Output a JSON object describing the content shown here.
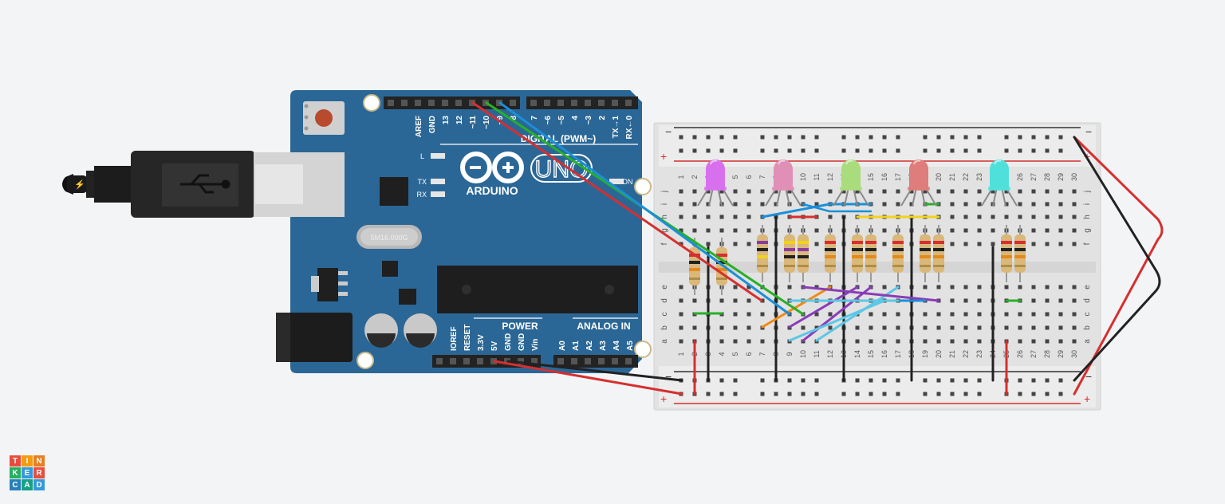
{
  "arduino": {
    "brand": "ARDUINO",
    "model": "UNO",
    "digital_header": "DIGITAL (PWM~)",
    "power_header": "POWER",
    "analog_header": "ANALOG IN",
    "on_label": "ON",
    "led_l": "L",
    "led_tx": "TX",
    "led_rx": "RX",
    "crystal": "5M16.000G",
    "digital_pins": [
      "AREF",
      "GND",
      "13",
      "12",
      "~11",
      "~10",
      "~9",
      "8",
      "7",
      "~6",
      "~5",
      "4",
      "~3",
      "2",
      "TX→1",
      "RX←0"
    ],
    "power_pins": [
      "IOREF",
      "RESET",
      "3.3V",
      "5V",
      "GND",
      "GND",
      "Vin"
    ],
    "analog_pins": [
      "A0",
      "A1",
      "A2",
      "A3",
      "A4",
      "A5"
    ]
  },
  "breadboard": {
    "columns": [
      "1",
      "2",
      "3",
      "4",
      "5",
      "6",
      "7",
      "8",
      "9",
      "10",
      "11",
      "12",
      "13",
      "14",
      "15",
      "16",
      "17",
      "18",
      "19",
      "20",
      "21",
      "22",
      "23",
      "24",
      "25",
      "26",
      "27",
      "28",
      "29",
      "30"
    ],
    "rows_top": [
      "j",
      "i",
      "h",
      "g",
      "f"
    ],
    "rows_bottom": [
      "e",
      "d",
      "c",
      "b",
      "a"
    ],
    "rail_plus": "+",
    "rail_minus": "−"
  },
  "components": {
    "leds": [
      {
        "name": "rgb-led-magenta",
        "color": "#d870ee"
      },
      {
        "name": "rgb-led-pink",
        "color": "#e08fb6"
      },
      {
        "name": "rgb-led-green",
        "color": "#a8dc7c"
      },
      {
        "name": "rgb-led-red",
        "color": "#df7c7c"
      },
      {
        "name": "rgb-led-cyan",
        "color": "#50e0dc"
      }
    ]
  },
  "logo": {
    "letters": [
      "T",
      "I",
      "N",
      "K",
      "E",
      "R",
      "C",
      "A",
      "D"
    ]
  }
}
